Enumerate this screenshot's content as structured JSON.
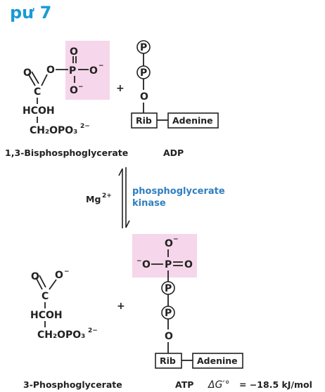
{
  "title": "pư 7",
  "colors": {
    "title": "#1a9ad6",
    "highlight": "#f6d6ea",
    "enzyme": "#2f7fc0"
  },
  "atoms": {
    "O": "O",
    "C": "C",
    "P": "P",
    "HCOH": "HCOH",
    "CH2OPO3": "CH₂OPO₃",
    "charge": "2−",
    "minus": "−",
    "rib": "Rib",
    "adenine": "Adenine",
    "plus": "+"
  },
  "labels": {
    "reactant1": "1,3-Bisphosphoglycerate",
    "reactant2": "ADP",
    "product1": "3-Phosphoglycerate",
    "product2": "ATP"
  },
  "cofactor": {
    "symbol": "Mg",
    "charge": "2+"
  },
  "enzyme": {
    "line1": "phosphoglycerate",
    "line2": "kinase"
  },
  "energy": {
    "symbol": "ΔG′°",
    "value": "= −18.5 kJ/mol"
  }
}
